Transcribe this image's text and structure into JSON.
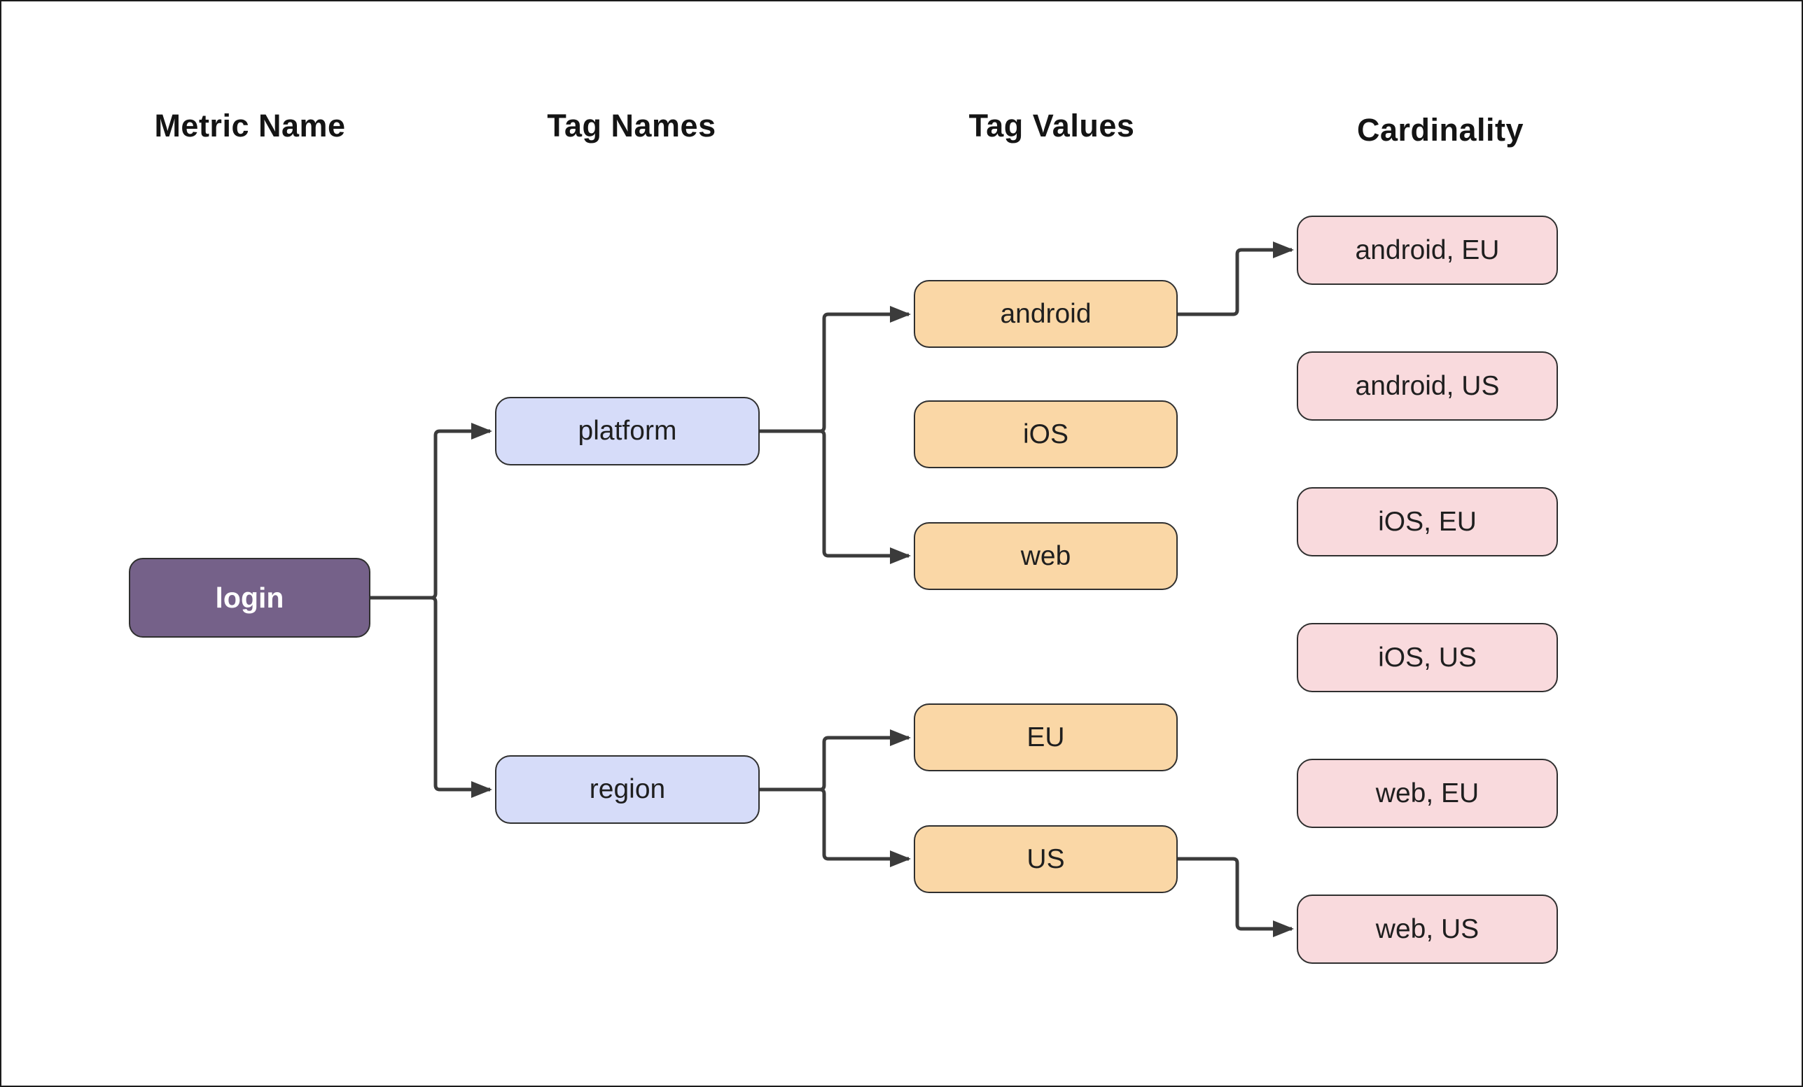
{
  "diagram": {
    "title": "metric tag cardinality diagram",
    "columns": [
      {
        "header": "Metric Name",
        "items": [
          "login"
        ]
      },
      {
        "header": "Tag Names",
        "items": [
          "platform",
          "region"
        ]
      },
      {
        "header": "Tag Values",
        "items": [
          "android",
          "iOS",
          "web",
          "EU",
          "US"
        ]
      },
      {
        "header": "Cardinality",
        "items": [
          "android, EU",
          "android, US",
          "iOS, EU",
          "iOS, US",
          "web, EU",
          "web, US"
        ]
      }
    ],
    "edges": [
      {
        "from": "login",
        "to": "platform"
      },
      {
        "from": "login",
        "to": "region"
      },
      {
        "from": "platform",
        "to": "android"
      },
      {
        "from": "platform",
        "to": "web"
      },
      {
        "from": "region",
        "to": "EU"
      },
      {
        "from": "region",
        "to": "US"
      },
      {
        "from": "android",
        "to": "android, EU"
      },
      {
        "from": "US",
        "to": "web, US"
      }
    ],
    "colors": {
      "canvas_bg": "#ffffff",
      "canvas_border": "#1b1b1b",
      "metric_fill": "#756189",
      "metric_text": "#ffffff",
      "tag_name_fill": "#d6dcf9",
      "tag_value_fill": "#fad7a6",
      "cardinality_fill": "#f9dadd",
      "node_border": "#2f2f2f",
      "node_text": "#1f1f1f",
      "heading_text": "#141414",
      "connector": "#3b3b3b"
    }
  }
}
